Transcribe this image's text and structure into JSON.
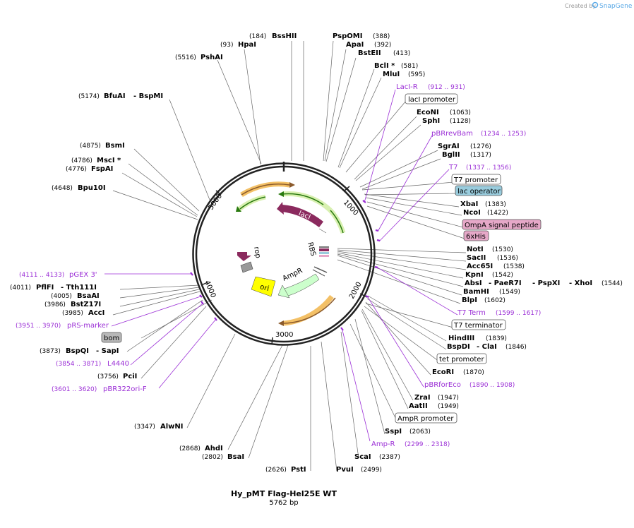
{
  "credit": {
    "prefix": "Created by",
    "brand": "SnapGene"
  },
  "title": "Hy_pMT Flag-Hel25E WT",
  "subtitle": "5762 bp",
  "ticks": [
    "1000",
    "2000",
    "3000",
    "4000",
    "5000"
  ],
  "inner_features": [
    {
      "name": "lacI",
      "label": "lacI",
      "color": "#8b2a5e"
    },
    {
      "name": "rop",
      "label": "rop",
      "color": "#8b2a5e"
    },
    {
      "name": "ori",
      "label": "ori",
      "color": "#ffff00"
    },
    {
      "name": "AmpR",
      "label": "AmpR",
      "color": "#ccffcc"
    },
    {
      "name": "RBS",
      "label": "RBS",
      "color": "#ffffff"
    }
  ],
  "enzymes_left": [
    {
      "pos": "(93)",
      "name": "HpaI"
    },
    {
      "pos": "(184)",
      "name": "BssHII"
    },
    {
      "pos": "(5516)",
      "name": "PshAI"
    },
    {
      "pos": "(5174)",
      "name": "BfuAI",
      "name2": "- BspMI"
    },
    {
      "pos": "(4875)",
      "name": "BsmI"
    },
    {
      "pos": "(4786)",
      "name": "MscI *"
    },
    {
      "pos": "(4776)",
      "name": "FspAI"
    },
    {
      "pos": "(4648)",
      "name": "Bpu10I"
    },
    {
      "pos": "(4011)",
      "name": "PflFI",
      "name2": "- Tth111I"
    },
    {
      "pos": "(4005)",
      "name": "BsaAI"
    },
    {
      "pos": "(3986)",
      "name": "BstZ17I"
    },
    {
      "pos": "(3985)",
      "name": "AccI"
    },
    {
      "pos": "(3873)",
      "name": "BspQI",
      "name2": "- SapI"
    },
    {
      "pos": "(3756)",
      "name": "PciI"
    },
    {
      "pos": "(3347)",
      "name": "AlwNI"
    },
    {
      "pos": "(2868)",
      "name": "AhdI"
    },
    {
      "pos": "(2802)",
      "name": "BsaI"
    },
    {
      "pos": "(2626)",
      "name": "PstI"
    }
  ],
  "enzymes_right": [
    {
      "pos": "(388)",
      "name": "PspOMI"
    },
    {
      "pos": "(392)",
      "name": "ApaI"
    },
    {
      "pos": "(413)",
      "name": "BstEII"
    },
    {
      "pos": "(581)",
      "name": "BclI *"
    },
    {
      "pos": "(595)",
      "name": "MluI"
    },
    {
      "pos": "(1063)",
      "name": "EcoNI"
    },
    {
      "pos": "(1128)",
      "name": "SphI"
    },
    {
      "pos": "(1276)",
      "name": "SgrAI"
    },
    {
      "pos": "(1317)",
      "name": "BglII"
    },
    {
      "pos": "(1383)",
      "name": "XbaI"
    },
    {
      "pos": "(1422)",
      "name": "NcoI"
    },
    {
      "pos": "(1530)",
      "name": "NotI"
    },
    {
      "pos": "(1536)",
      "name": "SacII"
    },
    {
      "pos": "(1538)",
      "name": "Acc65I"
    },
    {
      "pos": "(1542)",
      "name": "KpnI"
    },
    {
      "pos": "(1544)",
      "name": "AbsI",
      "name2": "- PaeR7I",
      "name3": "- PspXI",
      "name4": "- XhoI"
    },
    {
      "pos": "(1549)",
      "name": "BamHI"
    },
    {
      "pos": "(1602)",
      "name": "BlpI"
    },
    {
      "pos": "(1839)",
      "name": "HindIII"
    },
    {
      "pos": "(1846)",
      "name": "BspDI",
      "name2": "- ClaI"
    },
    {
      "pos": "(1870)",
      "name": "EcoRI"
    },
    {
      "pos": "(1947)",
      "name": "ZraI"
    },
    {
      "pos": "(1949)",
      "name": "AatII"
    },
    {
      "pos": "(2063)",
      "name": "SspI"
    },
    {
      "pos": "(2387)",
      "name": "ScaI"
    },
    {
      "pos": "(2499)",
      "name": "PvuI"
    }
  ],
  "primers": [
    {
      "name": "LacI-R",
      "range": "(912 .. 931)"
    },
    {
      "name": "pBRrevBam",
      "range": "(1234 .. 1253)"
    },
    {
      "name": "T7",
      "range": "(1337 .. 1356)"
    },
    {
      "name": "T7 Term",
      "range": "(1599 .. 1617)"
    },
    {
      "name": "pBRforEco",
      "range": "(1890 .. 1908)"
    },
    {
      "name": "Amp-R",
      "range": "(2299 .. 2318)"
    },
    {
      "name": "pGEX 3'",
      "range": "(4111 .. 4133)"
    },
    {
      "name": "pRS-marker",
      "range": "(3951 .. 3970)"
    },
    {
      "name": "L4440",
      "range": "(3854 .. 3871)"
    },
    {
      "name": "pBR322ori-F",
      "range": "(3601 .. 3620)"
    }
  ],
  "boxed_features": [
    {
      "name": "lacI promoter",
      "color": "#ffffff"
    },
    {
      "name": "T7 promoter",
      "color": "#ffffff"
    },
    {
      "name": "lac operator",
      "color": "#99ccdd"
    },
    {
      "name": "OmpA signal peptide",
      "color": "#e6a8c8"
    },
    {
      "name": "6xHis",
      "color": "#e6a8c8"
    },
    {
      "name": "T7 terminator",
      "color": "#ffffff"
    },
    {
      "name": "tet promoter",
      "color": "#ffffff"
    },
    {
      "name": "AmpR promoter",
      "color": "#ffffff"
    },
    {
      "name": "bom",
      "color": "#b8b8b8"
    }
  ]
}
